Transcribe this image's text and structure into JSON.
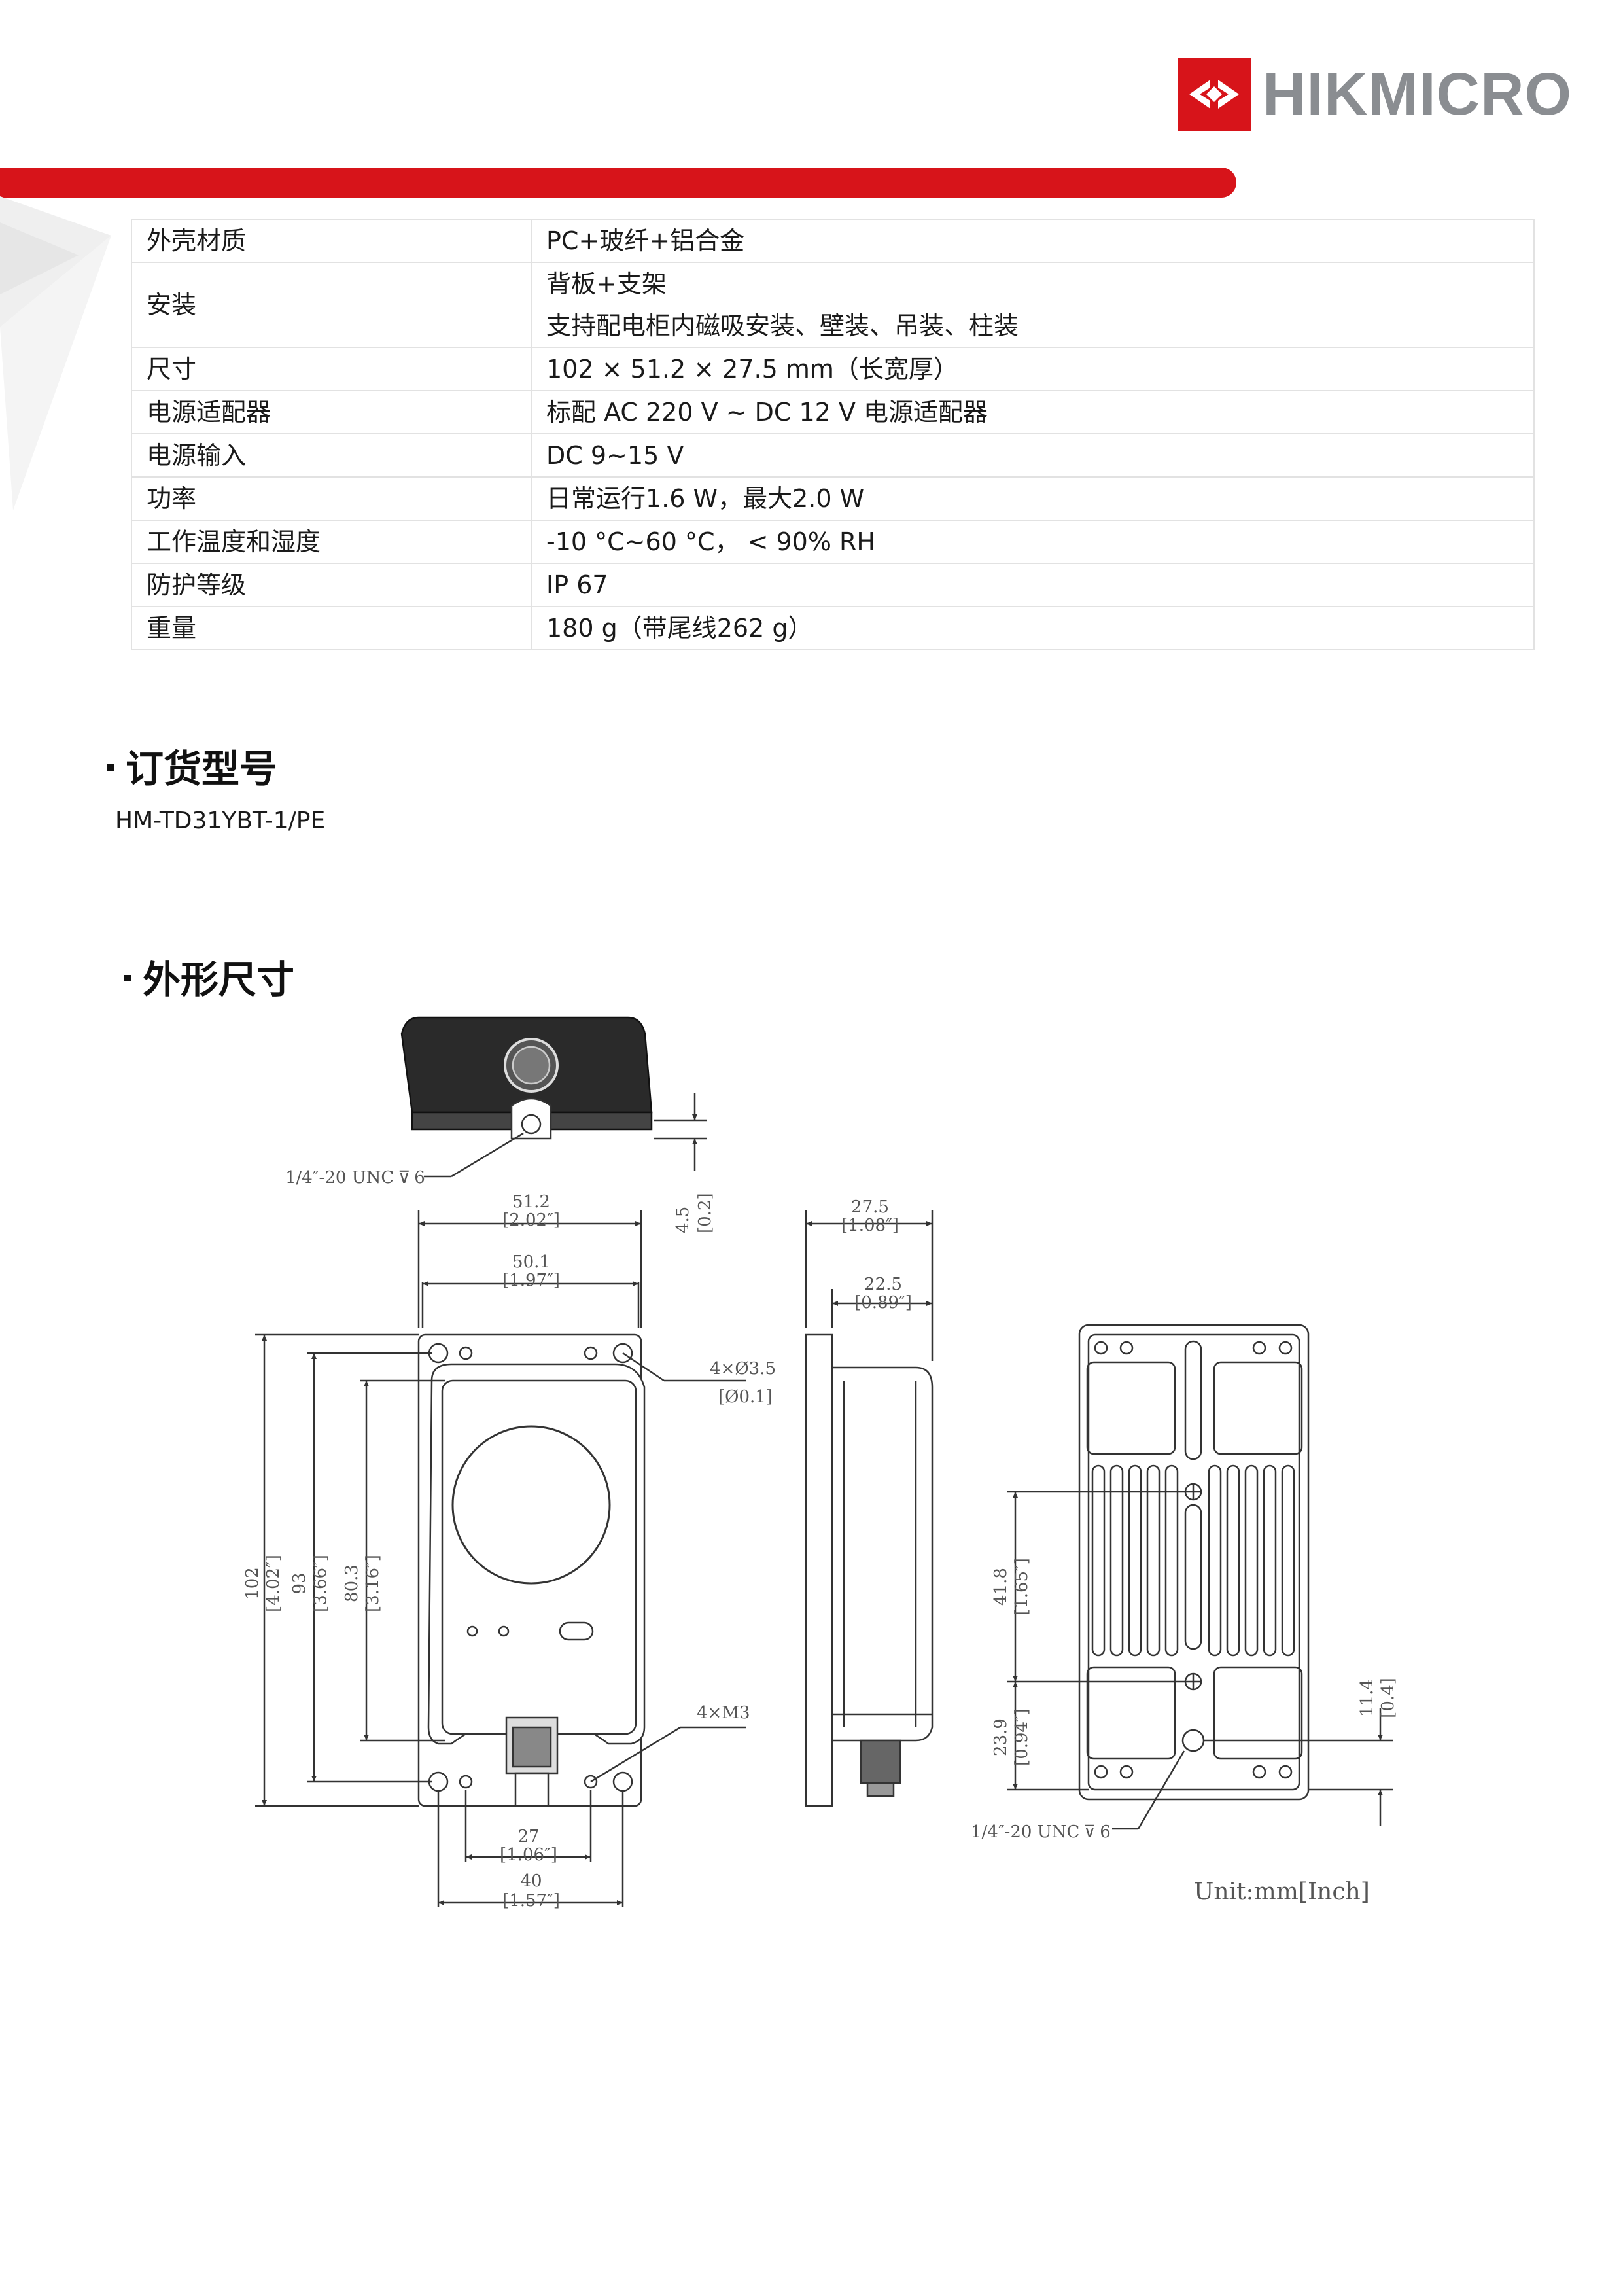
{
  "brand": {
    "name": "HIKMICRO",
    "red": "#d7141a",
    "gray": "#8a8d91"
  },
  "specs": [
    {
      "key": "外壳材质",
      "value": [
        "PC+玻纤+铝合金"
      ]
    },
    {
      "key": "安装",
      "value": [
        "背板+支架",
        "支持配电柜内磁吸安装、壁装、吊装、柱装"
      ]
    },
    {
      "key": "尺寸",
      "value": [
        "102 × 51.2 × 27.5 mm（长宽厚）"
      ]
    },
    {
      "key": "电源适配器",
      "value": [
        "标配  AC 220 V ~ DC 12 V  电源适配器"
      ]
    },
    {
      "key": "电源输入",
      "value": [
        "DC 9~15 V"
      ]
    },
    {
      "key": "功率",
      "value": [
        "日常运行1.6 W，最大2.0 W"
      ]
    },
    {
      "key": "工作温度和湿度",
      "value": [
        "-10 °C~60 °C， < 90% RH"
      ]
    },
    {
      "key": "防护等级",
      "value": [
        "IP 67"
      ]
    },
    {
      "key": "重量",
      "value": [
        "180 g（带尾线262 g）"
      ]
    }
  ],
  "ordering": {
    "title": "订货型号",
    "model": "HM-TD31YBT-1/PE"
  },
  "dimensions": {
    "title": "外形尺寸",
    "labels": {
      "screw_top": "1/4″-20 UNC",
      "screw_top_depth": "6",
      "screw_back": "1/4″-20 UNC",
      "screw_back_depth": "6",
      "h45": "4.5",
      "h45_in": "[0.2]",
      "w512": "51.2",
      "w512_in": "[2.02″]",
      "w501": "50.1",
      "w501_in": "[1.97″]",
      "d275": "27.5",
      "d275_in": "[1.08″]",
      "d225": "22.5",
      "d225_in": "[0.89″]",
      "holes": "4×Ø3.5",
      "holes_in": "[Ø0.1]",
      "m3": "4×M3",
      "l102": "102",
      "l102_in": "[4.02″]",
      "l93": "93",
      "l93_in": "[3.66″]",
      "l803": "80.3",
      "l803_in": "[3.16″]",
      "b27": "27",
      "b27_in": "[1.06″]",
      "b40": "40",
      "b40_in": "[1.57″]",
      "r418": "41.8",
      "r418_in": "[1.65″]",
      "r239": "23.9",
      "r239_in": "[0.94″]",
      "r114": "11.4",
      "r114_in": "[0.4]",
      "unit": "Unit:mm[Inch]"
    }
  }
}
